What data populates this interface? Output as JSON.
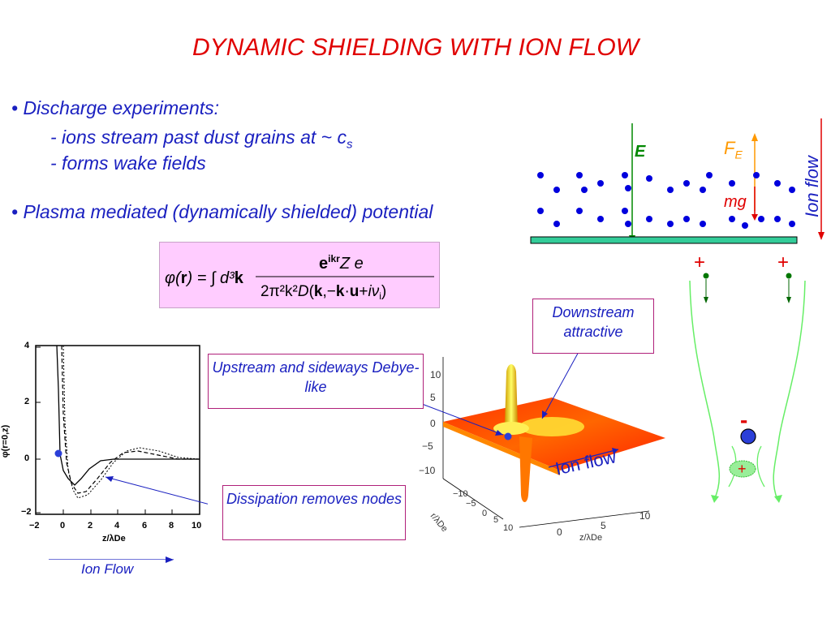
{
  "title": "DYNAMIC SHIELDING WITH ION FLOW",
  "bullets": {
    "b1": "• Discharge experiments:",
    "b1_sub1_prefix": "- ions stream past dust grains at ~ c",
    "b1_sub1_subscript": "s",
    "b1_sub2": "- forms wake fields",
    "b2": "• Plasma mediated (dynamically shielded) potential"
  },
  "formula": {
    "lhs": "φ(r) = ∫ d³k",
    "numerator": "eikrZ e",
    "denominator": "2π²k²D(k,−k·u+iνi)"
  },
  "callouts": {
    "downstream": "Downstream attractive",
    "upstream": "Upstream and sideways Debye-like",
    "dissipation": "Dissipation removes nodes"
  },
  "labels": {
    "ion_flow_bottom": "Ion Flow",
    "ion_flow_3d": "Ion flow",
    "ion_flow_right": "Ion flow",
    "E": "E",
    "FE": "F",
    "FE_sub": "E",
    "mg": "mg",
    "plus": "+",
    "minus": "-"
  },
  "plot2d": {
    "ylabel": "φ(r=0,z)",
    "xlabel": "z/λDe",
    "xticks": [
      "−2",
      "0",
      "2",
      "4",
      "6",
      "8",
      "10"
    ],
    "yticks": [
      "4",
      "2",
      "0",
      "−2"
    ]
  },
  "plot3d": {
    "ticks_left": [
      "10",
      "5",
      "0",
      "−5",
      "−10"
    ],
    "ticks_front": [
      "0",
      "5",
      "10"
    ],
    "ticks_side": [
      "−10",
      "−5",
      "0",
      "5",
      "10"
    ],
    "xlabel": "z/λDe",
    "ylabel": "r/λDe"
  },
  "colors": {
    "title": "#e00000",
    "text": "#1a20c0",
    "callout_border": "#b0207a",
    "formula_bg": "#ffccff"
  }
}
